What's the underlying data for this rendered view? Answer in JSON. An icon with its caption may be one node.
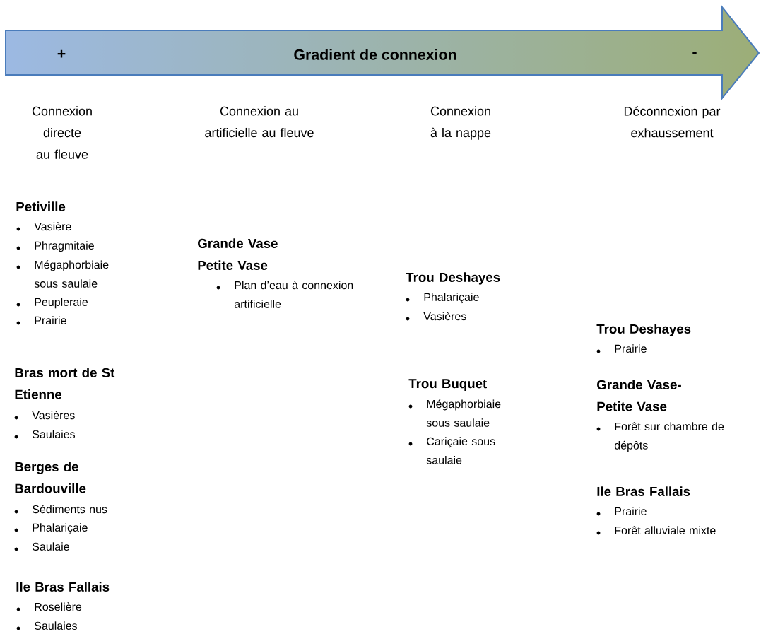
{
  "diagram": {
    "nodes": [
      {
        "text": [
          "+",
          "Gradient de connexion",
          "-"
        ]
      }
    ],
    "labels": [
      "Connexion directe au fleuve",
      "Connexion au artificielle au fleuve",
      "Connexion à la nappe",
      "Déconnexion par exhaussement",
      "Petiville",
      "Vasière",
      "Phragmitaie",
      "Mégaphorbiaie sous saulaie",
      "Peupleraie",
      "Prairie",
      "Bras mort de St Etienne",
      "Vasières",
      "Saulaies",
      "Berges de Bardouville",
      "Sédiments nus",
      "Phalariçaie",
      "Saulaie",
      "Ile Bras Fallais",
      "Roselière",
      "Saulaies",
      "Grande Vase",
      "Petite Vase",
      "Plan d’eau à connexion artificielle",
      "Trou Deshayes",
      "Phalariçaie",
      "Vasières",
      "Trou Buquet",
      "Mégaphorbiaie sous saulaie",
      "Cariçaie sous saulaie",
      "Trou Deshayes",
      "Prairie",
      "Grande Vase-Petite Vase",
      "Forêt sur chambre de dépôts",
      "Ile Bras Fallais",
      "Prairie",
      "Forêt alluviale mixte"
    ]
  }
}
